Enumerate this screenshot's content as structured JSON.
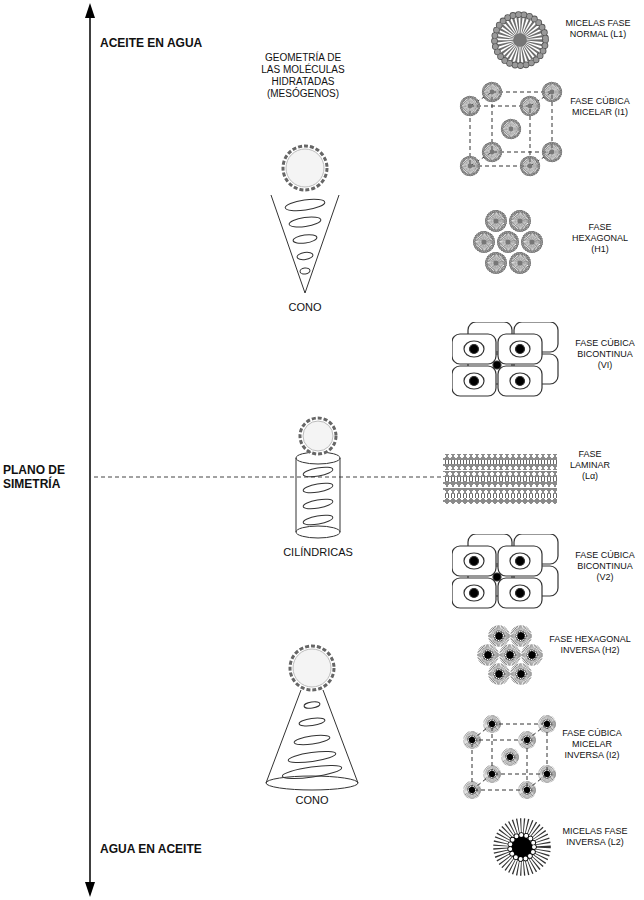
{
  "diagram": {
    "labels": [
      "ACEITE EN AGUA",
      "MICELAS FASE NORMAL (L1)",
      "GEOMETRÍA DE LAS MOLÉCULAS HIDRATADAS (MESÓGENOS)",
      "FASE CÚBICA MICELAR (I1)",
      "FASE HEXAGONAL (H1)",
      "CONO",
      "FASE CÚBICA BICONTINUA (VI)",
      "PLANO DE SIMETRÍA",
      "FASE LAMINAR (Lα)",
      "CILÍNDRICAS",
      "FASE CÚBICA BICONTINUA (V2)",
      "FASE HEXAGONAL INVERSA (H2)",
      "FASE CÚBICA MICELAR INVERSA (I2)",
      "CONO",
      "AGUA EN ACEITE",
      "MICELAS FASE INVERSA (L2)"
    ]
  }
}
